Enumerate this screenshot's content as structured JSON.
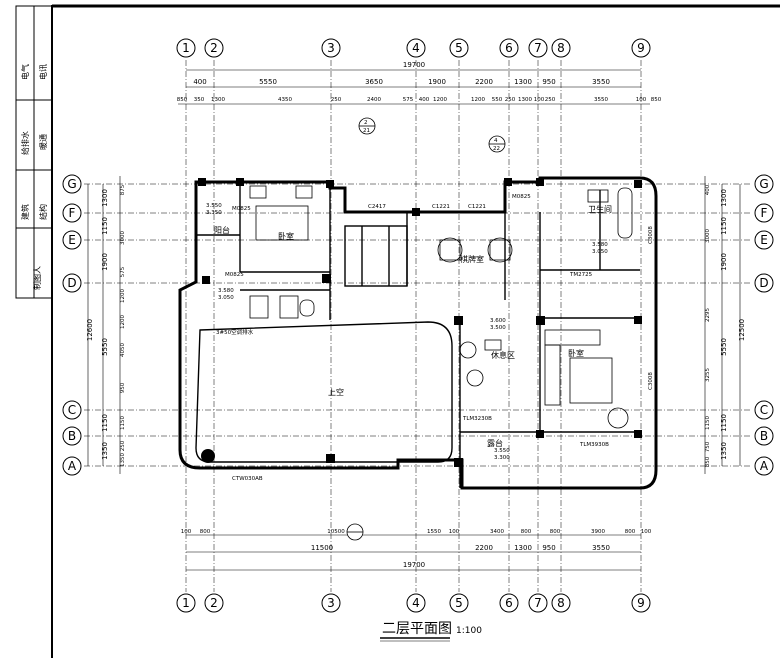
{
  "title_block": {
    "rows": [
      {
        "left": "电气",
        "right": "电讯"
      },
      {
        "left": "给排水",
        "right": "暖通"
      },
      {
        "left": "建筑",
        "right": "结构"
      },
      {
        "left": "制图人",
        "right": ""
      }
    ]
  },
  "grid": {
    "columns": [
      "1",
      "2",
      "3",
      "4",
      "5",
      "6",
      "7",
      "8",
      "9"
    ],
    "rows": [
      "G",
      "F",
      "E",
      "D",
      "C",
      "B",
      "A"
    ]
  },
  "dimensions": {
    "top_total": "19700",
    "top_main": [
      "400",
      "5550",
      "3650",
      "1900",
      "2200",
      "1300",
      "950",
      "3550"
    ],
    "top_detail": [
      "850",
      "350",
      "1300",
      "4350",
      "250",
      "2400",
      "575",
      "400",
      "1200",
      "1200",
      "550",
      "250",
      "1300",
      "100",
      "250",
      "3550",
      "100",
      "850"
    ],
    "bottom_main": [
      "11500",
      "2200",
      "1300",
      "950",
      "3550"
    ],
    "bottom_total": "19700",
    "bottom_detail": [
      "100",
      "800",
      "10500",
      "1550",
      "100",
      "3400",
      "800",
      "800",
      "3900",
      "800",
      "100"
    ],
    "left_total": "12600",
    "left_main": [
      "1300",
      "1150",
      "1900",
      "5550",
      "1150",
      "1350"
    ],
    "left_detail": [
      "875",
      "3000",
      "575",
      "1200",
      "1200",
      "4050",
      "950",
      "1150",
      "250",
      "1350"
    ],
    "right_total": "12500",
    "right_main": [
      "1300",
      "1150",
      "1900",
      "5550",
      "1150",
      "1350"
    ],
    "right_detail": [
      "400",
      "3000",
      "2295",
      "3255",
      "1150",
      "750",
      "850"
    ]
  },
  "rooms": {
    "bedroom1": "卧室",
    "balcony": "阳台",
    "chess_room": "棋牌室",
    "bathroom": "卫生间",
    "void": "上空",
    "lounge": "休息区",
    "bedroom2": "卧室",
    "terrace": "露台"
  },
  "labels": {
    "door_m0825a": "M0825",
    "door_m0825b": "M0825",
    "door_m0825c": "M0825",
    "window_c2417": "C2417",
    "window_c1221a": "C1221",
    "window_c1221b": "C1221",
    "window_tm2725": "TM2725",
    "window_c3008a": "C3008",
    "window_c3008b": "C3008",
    "window_tlm3230": "TLM3230B",
    "window_tlm3930": "TLM3930B",
    "window_ctw": "CTW030AB",
    "ac_drain": "3#50空调排水",
    "elev_1": "3.550",
    "elev_1b": "3.350",
    "elev_2": "3.580",
    "elev_2b": "3.050",
    "elev_3": "3.580",
    "elev_3b": "3.050",
    "elev_4": "3.600",
    "elev_4b": "3.500",
    "elev_5": "3.550",
    "elev_5b": "3.300",
    "section_2": "2",
    "section_21": "21",
    "section_4": "4",
    "section_22": "22"
  },
  "drawing_title": "二层平面图",
  "drawing_scale": "1:100"
}
